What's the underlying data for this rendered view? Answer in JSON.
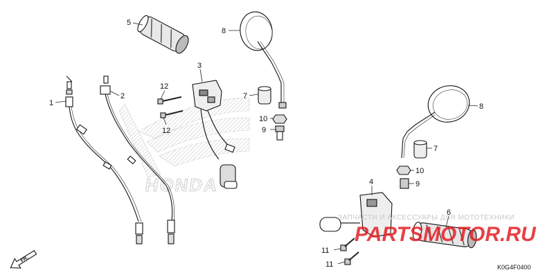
{
  "diagram": {
    "callouts": {
      "c1": "1",
      "c2": "2",
      "c3": "3",
      "c4": "4",
      "c5": "5",
      "c6": "6",
      "c7a": "7",
      "c7b": "7",
      "c8a": "8",
      "c8b": "8",
      "c9a": "9",
      "c9b": "9",
      "c10a": "10",
      "c10b": "10",
      "c11a": "11",
      "c11b": "11",
      "c12a": "12",
      "c12b": "12"
    },
    "front_marker": "FR.",
    "background_logo": "HONDA",
    "diagram_code": "K0G4F0400"
  },
  "watermark": {
    "tagline": "ЗАПЧАСТИ И АКСЕССУАРЫ ДЛЯ МОТОТЕХНИКИ",
    "site": "PARTSMOTOR.RU"
  },
  "colors": {
    "watermark_red": "#e31e24",
    "logo_hatch": "#c9c9c9",
    "line": "#111111"
  }
}
